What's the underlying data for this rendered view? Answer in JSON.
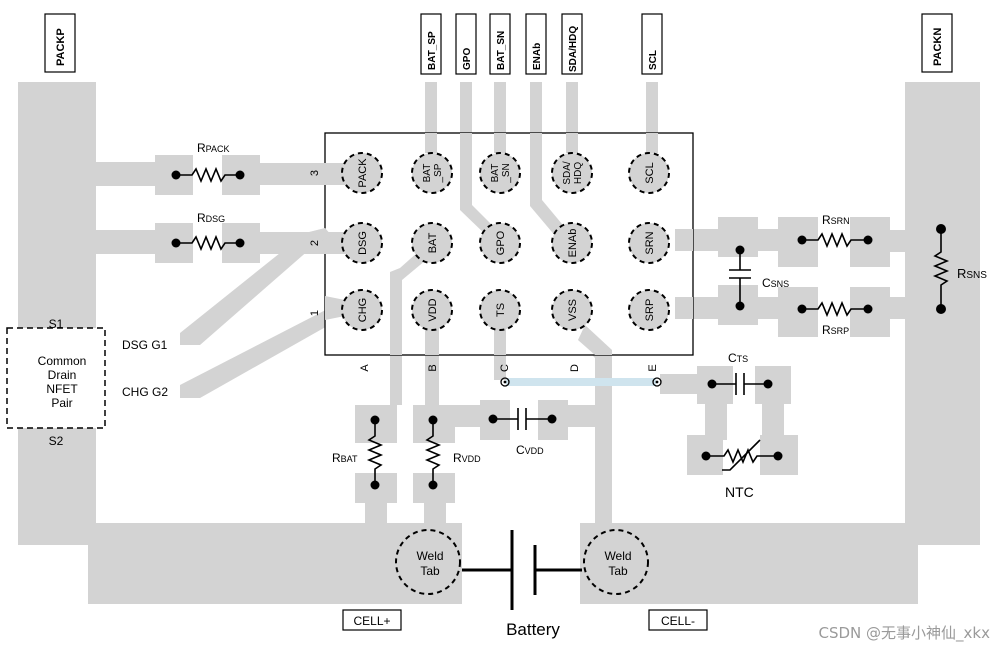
{
  "top_tags": {
    "packp": "PACKP",
    "packn": "PACKN",
    "bat_sp": "BAT_SP",
    "gpo": "GPO",
    "bat_sn": "BAT_SN",
    "enab": "ENAb",
    "sda_hdq": "SDA/HDQ",
    "scl": "SCL"
  },
  "balls": {
    "pack": "PACK",
    "bat_sp_1": "BAT",
    "bat_sp_2": "_SP",
    "bat_sn_1": "BAT",
    "bat_sn_2": "_SN",
    "sda_1": "SDA/",
    "sda_2": "HDQ",
    "scl": "SCL",
    "dsg": "DSG",
    "bat": "BAT",
    "gpo": "GPO",
    "enab": "ENAb",
    "srn": "SRN",
    "chg": "CHG",
    "vdd": "VDD",
    "ts": "TS",
    "vss": "VSS",
    "srp": "SRP"
  },
  "rows": {
    "r3": "3",
    "r2": "2",
    "r1": "1"
  },
  "cols": {
    "a": "A",
    "b": "B",
    "c": "C",
    "d": "D",
    "e": "E"
  },
  "components": {
    "rpack_main": "R",
    "rpack_sub": "PACK",
    "rdsg_main": "R",
    "rdsg_sub": "DSG",
    "rsrn_main": "R",
    "rsrn_sub": "SRN",
    "rsrp_main": "R",
    "rsrp_sub": "SRP",
    "rsns_main": "R",
    "rsns_sub": "SNS",
    "csns_main": "C",
    "csns_sub": "SNS",
    "cts_main": "C",
    "cts_sub": "TS",
    "rbat_main": "R",
    "rbat_sub": "BAT",
    "rvdd_main": "R",
    "rvdd_sub": "VDD",
    "cvdd_main": "C",
    "cvdd_sub": "VDD",
    "ntc": "NTC"
  },
  "fet": {
    "s1": "S1",
    "s2": "S2",
    "line1": "Common",
    "line2": "Drain",
    "line3": "NFET",
    "line4": "Pair",
    "dsg_g1": "DSG G1",
    "chg_g2": "CHG G2"
  },
  "bottom": {
    "weld1_a": "Weld",
    "weld1_b": "Tab",
    "weld2_a": "Weld",
    "weld2_b": "Tab",
    "cell_plus": "CELL+",
    "cell_minus": "CELL-",
    "battery": "Battery"
  },
  "watermark": "CSDN @无事小神仙_xkx"
}
